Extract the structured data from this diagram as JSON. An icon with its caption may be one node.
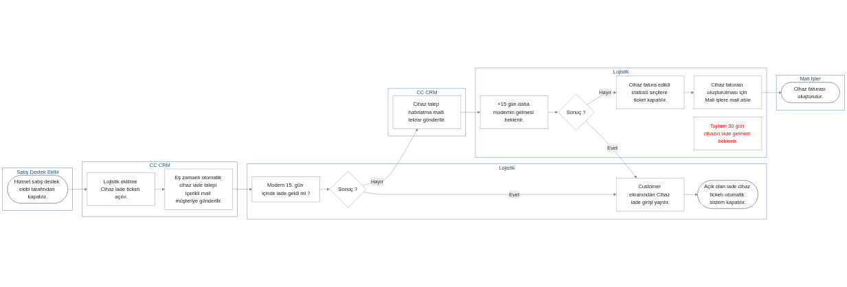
{
  "diagram": {
    "nodes": [
      {
        "text": [
          "Satış Destek Ekibi"
        ]
      },
      {
        "text": [
          "Hizmet satış destek ekibi tarafından kapatılır."
        ],
        "in": 0
      },
      {
        "text": [
          "CC CRM"
        ]
      },
      {
        "text": [
          "Lojistik ekibine Cihaz iade ticketı açılır."
        ],
        "in": 2
      },
      {
        "text": [
          "Eş zamanlı otomatik cihaz iade talepi içerikli mail müşteriye gönderilir."
        ],
        "in": 2
      },
      {
        "text": [
          "Lojistik"
        ]
      },
      {
        "text": [
          "Modem 15. gün içinde iade geldi mi ?"
        ],
        "in": 5
      },
      {
        "text": [
          "Sonuç ?"
        ],
        "in": 5
      },
      {
        "text": [
          "Customer ekranından Cihaz iade girişi yapılır."
        ],
        "in": 5
      },
      {
        "text": [
          "Açık olan iade cihaz ticketı otomatik sistem kapatılır."
        ],
        "in": 5
      },
      {
        "text": [
          "CC CRM"
        ]
      },
      {
        "text": [
          "Cihaz talep hatırlatma maili tekrar gönderilir."
        ],
        "in": 10
      },
      {
        "text": [
          "Lojistik"
        ]
      },
      {
        "text": [
          "+15 gün daha modemin gelmesi beklenir."
        ],
        "in": 12
      },
      {
        "text": [
          "Sonuç ?"
        ],
        "in": 12
      },
      {
        "text": [
          "Cihaz fatura edildi statüsü seçilere ticket kapatılır."
        ],
        "in": 12
      },
      {
        "text": [
          "Cihaz faturası oluşturulması için Mali işlere mail atılır"
        ],
        "in": 12
      },
      {
        "text": [
          "Toplam 30 gün cihazın iade gelmesi beklenir."
        ],
        "in": 12
      },
      {
        "text": [
          "Mali İşler"
        ]
      },
      {
        "text": [
          "Cihaz faturası oluşturulur."
        ],
        "in": 18
      }
    ],
    "edges": [
      {
        "from": 1,
        "to": 3,
        "arrow": "to"
      },
      {
        "from": 3,
        "to": 4,
        "arrow": "to"
      },
      {
        "from": 4,
        "to": 6,
        "arrow": "to"
      },
      {
        "from": 6,
        "to": 7,
        "arrow": "to"
      },
      {
        "from": 7,
        "to": 11,
        "label": "Hayır",
        "arrow": "to"
      },
      {
        "from": 7,
        "to": 8,
        "label": "Evet",
        "arrow": "to"
      },
      {
        "from": 8,
        "to": 9,
        "arrow": "to"
      },
      {
        "from": 11,
        "to": 13,
        "arrow": "to"
      },
      {
        "from": 13,
        "to": 14,
        "arrow": "to"
      },
      {
        "from": 14,
        "to": 15,
        "label": "Hayır",
        "arrow": "to"
      },
      {
        "from": 14,
        "to": 8,
        "label": "Evet",
        "arrow": "to"
      },
      {
        "from": 15,
        "to": 16,
        "arrow": "to"
      },
      {
        "from": 16,
        "to": 19,
        "arrow": "to"
      }
    ]
  }
}
